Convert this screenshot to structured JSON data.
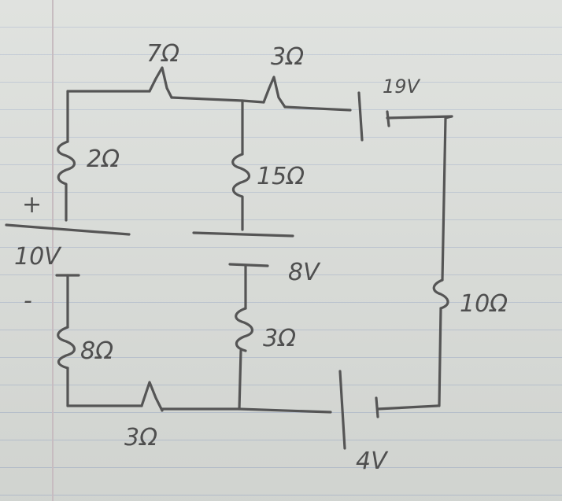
{
  "labels": {
    "r_top_left": "7Ω",
    "r_top_right": "3Ω",
    "v_top": "19V",
    "r_left_upper": "2Ω",
    "r_mid_upper": "15Ω",
    "v_left": "10V",
    "v_left_plus": "+",
    "v_left_minus": "-",
    "v_mid": "8V",
    "r_right": "10Ω",
    "r_left_lower": "8Ω",
    "r_mid_lower": "3Ω",
    "r_bottom": "3Ω",
    "v_bottom": "4V"
  },
  "colors": {
    "ink": "#555555",
    "paper": "#d9dcd8",
    "rule": "#b9c2cf"
  }
}
